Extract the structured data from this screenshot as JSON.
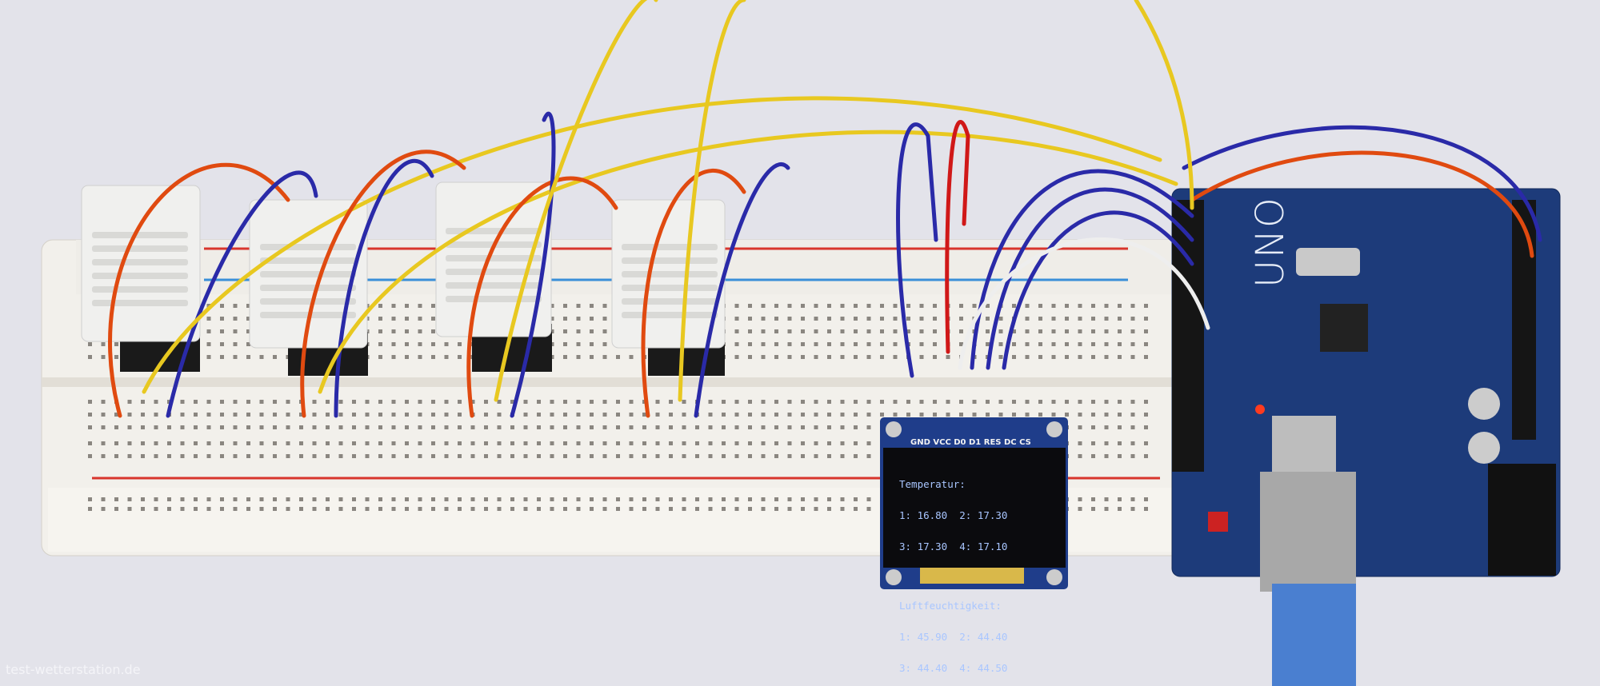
{
  "oled": {
    "pin_labels": "GND VCC D0 D1 RES DC CS",
    "heading_temp": "Temperatur:",
    "temp_row1": "1: 16.80  2: 17.30",
    "temp_row2": "3: 17.30  4: 17.10",
    "heading_hum": "Luftfeuchtigkeit:",
    "hum_row1": "1: 45.90  2: 44.40",
    "hum_row2": "3: 44.40  4: 44.50"
  },
  "board": {
    "label": "UNO"
  },
  "watermark": "test-wetterstation.de",
  "colors": {
    "background": "#e3e3ea",
    "breadboard": "#f1efea",
    "arduino": "#1d3b7a",
    "wire_yellow": "#e8c820",
    "wire_red": "#e04a10",
    "wire_blue": "#2a2aa8",
    "oled_text": "#a9c6ff"
  }
}
